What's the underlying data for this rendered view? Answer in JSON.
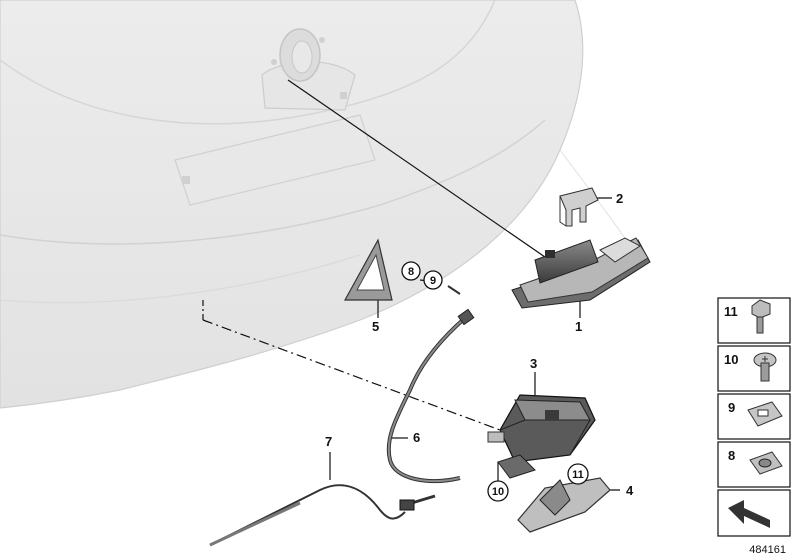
{
  "diagram": {
    "callouts": [
      {
        "id": "1",
        "label": "1"
      },
      {
        "id": "2",
        "label": "2"
      },
      {
        "id": "3",
        "label": "3"
      },
      {
        "id": "4",
        "label": "4"
      },
      {
        "id": "5",
        "label": "5"
      },
      {
        "id": "6",
        "label": "6"
      },
      {
        "id": "7",
        "label": "7"
      }
    ],
    "circled_refs": [
      {
        "id": "8",
        "label": "8"
      },
      {
        "id": "9",
        "label": "9"
      },
      {
        "id": "10",
        "label": "10"
      },
      {
        "id": "11",
        "label": "11"
      }
    ],
    "side_legend": [
      {
        "id": "11",
        "label": "11"
      },
      {
        "id": "10",
        "label": "10"
      },
      {
        "id": "9",
        "label": "9"
      },
      {
        "id": "8",
        "label": "8"
      }
    ],
    "document_number": "484161"
  }
}
